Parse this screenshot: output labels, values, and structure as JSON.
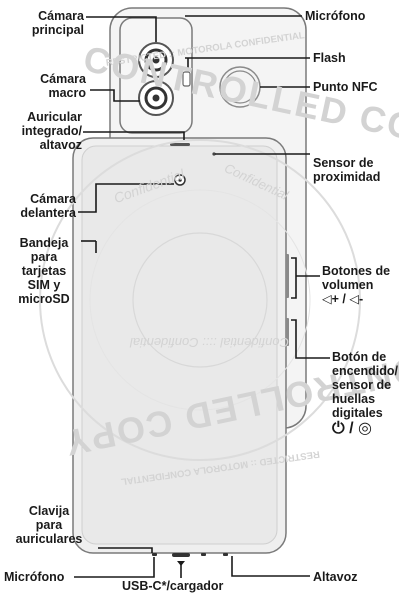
{
  "labels_left": {
    "camara_principal": [
      "Cámara",
      "principal"
    ],
    "camara_macro": [
      "Cámara",
      "macro"
    ],
    "auricular": [
      "Auricular",
      "integrado/",
      "altavoz"
    ],
    "camara_delantera": [
      "Cámara",
      "delantera"
    ],
    "bandeja": [
      "Bandeja",
      "para",
      "tarjetas",
      "SIM y",
      "microSD"
    ],
    "clavija": [
      "Clavija",
      "para",
      "auriculares"
    ],
    "microfono_bottom": "Micrófono"
  },
  "labels_right": {
    "microfono_top": "Micrófono",
    "flash": "Flash",
    "nfc": "Punto NFC",
    "sensor": [
      "Sensor de",
      "proximidad"
    ],
    "volumen": [
      "Botones de",
      "volumen"
    ],
    "volumen_symbols": "◁+ / ◁-",
    "encendido": [
      "Botón de",
      "encendido/",
      "sensor de",
      "huellas",
      "digitales"
    ],
    "encendido_symbols": "⏻ / ◎",
    "altavoz": "Altavoz"
  },
  "label_bottom": {
    "usb": "USB-C*/cargador"
  },
  "watermark": {
    "controlled_copy": "CONTROLLED COPY",
    "restricted": "RESTRICTED :: MOTOROLA CONFIDENTIAL",
    "confidential": "Confidential",
    "confidential_mirror": "Confidential :::: Confidential"
  },
  "colors": {
    "line": "#1a1a1a",
    "phone_outline": "#7a7a7a",
    "phone_fill": "#efefef",
    "watermark": "#d3d3d3"
  }
}
